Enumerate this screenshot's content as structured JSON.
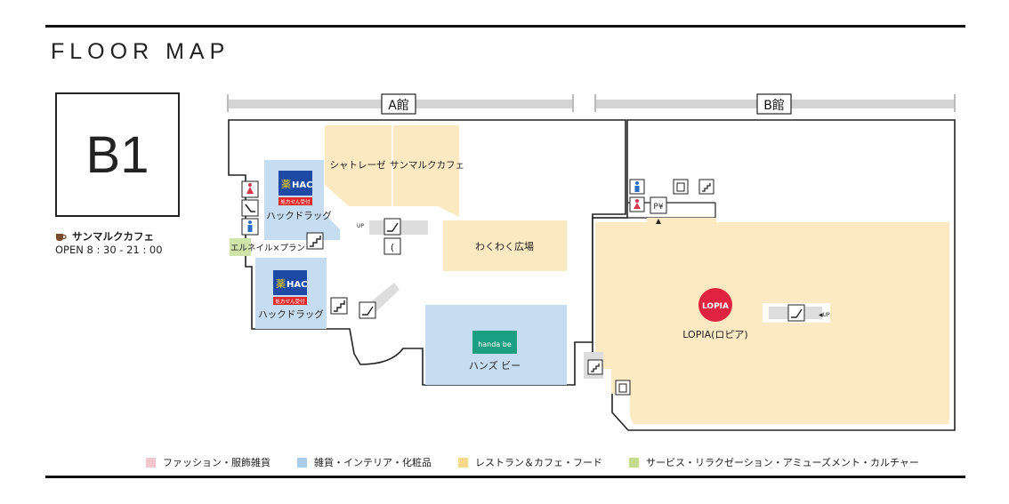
{
  "header": {
    "title": "FLOOR MAP"
  },
  "floor": {
    "label": "B1"
  },
  "cafe_info": {
    "name": "サンマルクカフェ",
    "hours": "OPEN  8 : 30 - 21 : 00",
    "icon": "coffee-cup-icon"
  },
  "buildings": {
    "a": "A館",
    "b": "B館"
  },
  "shops": {
    "chateraise": "シャトレーゼ",
    "saint_marc": "サンマルクカフェ",
    "hac_1": "ハックドラッグ",
    "hac_2": "ハックドラッグ",
    "hac_logo": "HAC",
    "hac_logo_kanji": "薬",
    "hac_badge": "処方せん受付",
    "wakuwaku": "わくわく広場",
    "hands_be": "ハンズ ビー",
    "hands_be_logo": "handa be",
    "elnail": "エルネイル×プラン",
    "lopia": "LOPIA(ロピア)",
    "lopia_logo": "LOPIA"
  },
  "markers": {
    "up": "UP",
    "up_left": "◀UP",
    "atm": "P¥"
  },
  "legend": [
    {
      "label": "ファッション・服飾雑貨",
      "color": "#f4c6d0"
    },
    {
      "label": "雑貨・インテリア・化粧品",
      "color": "#a9cde9"
    },
    {
      "label": "レストラン＆カフェ・フード",
      "color": "#f7d98c"
    },
    {
      "label": "サービス・リラクゼーション・アミューズメント・カルチャー",
      "color": "#c3dc8b"
    }
  ],
  "colors": {
    "food": "#fbe9c1",
    "goods": "#c5dcf1",
    "service": "#cfe4a9",
    "lopia": "#fdeac2",
    "lopia_red": "#e0243f",
    "hands_green": "#1a9f83"
  }
}
